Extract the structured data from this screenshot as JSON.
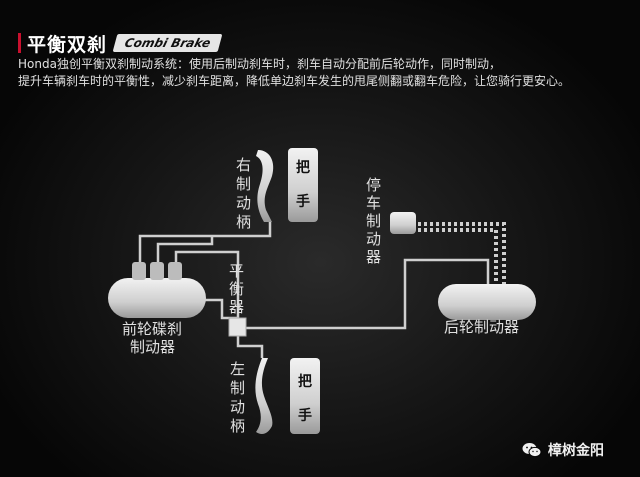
{
  "header": {
    "title": "平衡双刹",
    "badge": "Combi Brake"
  },
  "description": {
    "line1": "Honda独创平衡双刹制动系统：使用后制动刹车时，刹车自动分配前后轮动作，同时制动，",
    "line2": "提升车辆刹车时的平衡性，减少刹车距离，降低单边刹车发生的甩尾侧翻或翻车危险，让您骑行更安心。"
  },
  "labels": {
    "right_lever": [
      "右",
      "制",
      "动",
      "柄"
    ],
    "left_lever": [
      "左",
      "制",
      "动",
      "柄"
    ],
    "right_grip": [
      "把",
      "手"
    ],
    "left_grip": [
      "把",
      "手"
    ],
    "equalizer": [
      "平",
      "衡",
      "器"
    ],
    "parking_brake": [
      "停",
      "车",
      "制",
      "动",
      "器"
    ],
    "front_brake": [
      "前轮碟刹",
      "制动器"
    ],
    "rear_brake": "后轮制动器"
  },
  "watermark": {
    "text": "樟树金阳",
    "icon": "wechat-icon"
  },
  "colors": {
    "accent": "#c8102e",
    "component": "#d9d9d9",
    "line": "#cfcfcf"
  }
}
